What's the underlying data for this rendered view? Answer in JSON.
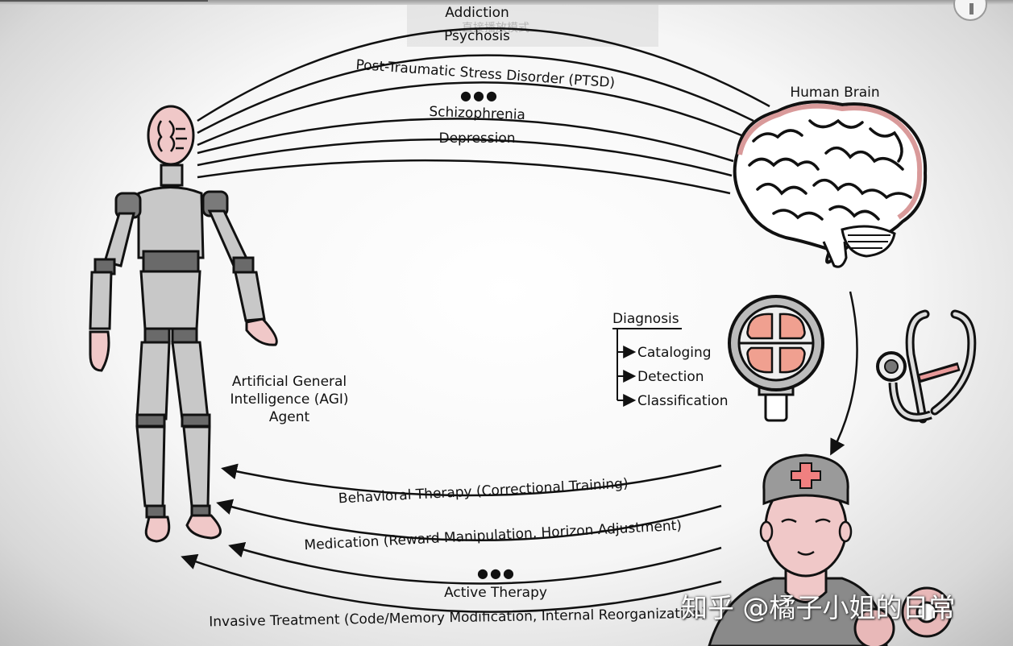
{
  "overlay": {
    "caption": "……直接播放模式"
  },
  "disorders": {
    "addiction": "Addiction",
    "psychosis": "Psychosis",
    "ptsd": "Post-Traumatic Stress Disorder (PTSD)",
    "ellipsis": "●●●",
    "schizophrenia": "Schizophrenia",
    "depression": "Depression"
  },
  "brain": {
    "label": "Human Brain"
  },
  "agent": {
    "line1": "Artificial General",
    "line2": "Intelligence (AGI)",
    "line3": "Agent"
  },
  "diagnosis": {
    "title": "Diagnosis",
    "items": [
      "Cataloging",
      "Detection",
      "Classification"
    ]
  },
  "treatments": {
    "behavioral": "Behavioral Therapy (Correctional Training)",
    "medication": "Medication (Reward Manipulation, Horizon Adjustment)",
    "ellipsis": "●●●",
    "active": "Active Therapy",
    "invasive": "Invasive Treatment (Code/Memory Modification, Internal Reorganization)"
  },
  "watermark": "知乎 @橘子小姐的日常",
  "colors": {
    "skin": "#f0c8c8",
    "robot_body": "#c8c8c8",
    "robot_joint": "#666666",
    "brain_outline": "#d99a9a",
    "stethoscope_accent": "#e89a9a"
  }
}
